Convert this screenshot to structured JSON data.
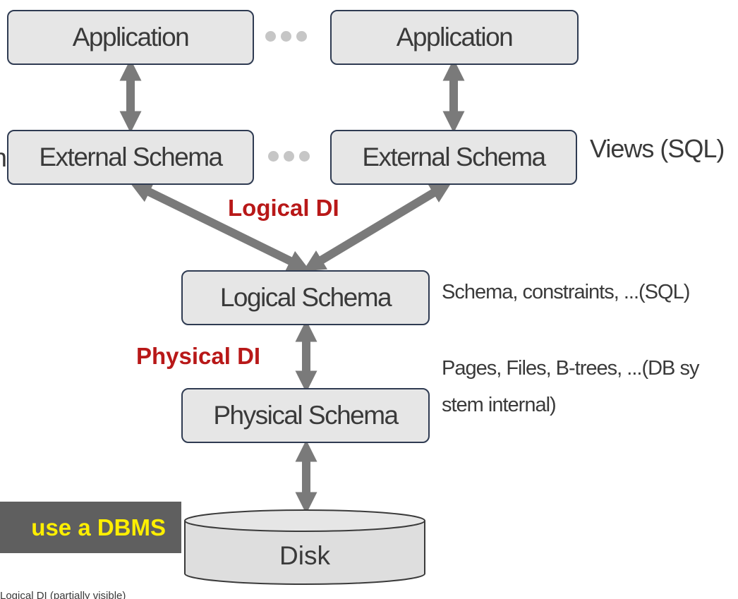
{
  "boxes": {
    "app_left": "Application",
    "app_right": "Application",
    "ext_left": "External Schema",
    "ext_right": "External Schema",
    "logical": "Logical Schema",
    "physical": "Physical Schema",
    "disk": "Disk"
  },
  "labels": {
    "logical_di": "Logical DI",
    "physical_di": "Physical DI"
  },
  "annotations": {
    "views": "Views (SQL)",
    "schema": "Schema, constraints, ...(SQL)",
    "physical_line1": "Pages, Files, B-trees, ...(DB sy",
    "physical_line2": "stem internal)"
  },
  "badge": "use a DBMS",
  "cut_off": {
    "left_char": "n",
    "bottom_text": "Logical DI (partially visible)"
  },
  "colors": {
    "box_fill": "#e6e6e6",
    "box_border": "#2f3b52",
    "arrow": "#7a7a7a",
    "di_label": "#b81818",
    "badge_bg": "#5f5f5f",
    "badge_text": "#ffef00"
  }
}
